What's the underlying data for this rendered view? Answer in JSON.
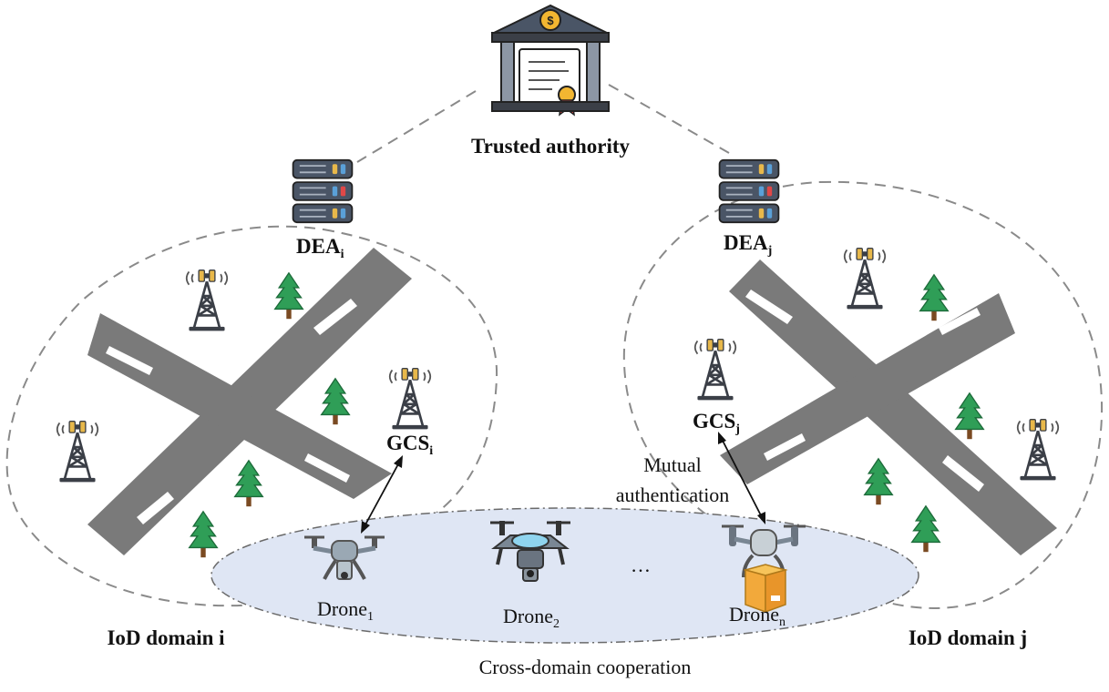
{
  "labels": {
    "trusted_authority": "Trusted authority",
    "dea_i": "DEA",
    "dea_i_sub": "i",
    "dea_j": "DEA",
    "dea_j_sub": "j",
    "gcs_i": "GCS",
    "gcs_i_sub": "i",
    "gcs_j": "GCS",
    "gcs_j_sub": "j",
    "drone_1": "Drone",
    "drone_1_sub": "1",
    "drone_2": "Drone",
    "drone_2_sub": "2",
    "drone_n": "Drone",
    "drone_n_sub": "n",
    "ellipsis": "…",
    "mutual_1": "Mutual",
    "mutual_2": "authentication",
    "domain_i": "IoD domain i",
    "domain_j": "IoD domain j",
    "cross_domain": "Cross-domain cooperation"
  },
  "colors": {
    "road": "#7a7a7a",
    "road_mark": "#ffffff",
    "tree": "#2f9e57",
    "trunk": "#7a4a22",
    "tower": "#3b3f47",
    "signal": "#e8b84a",
    "server": "#4a5566",
    "cross_region": "#dfe6f4",
    "dashed": "#8a8a8a"
  },
  "icons": [
    "bank-icon",
    "server-icon",
    "cell-tower-icon",
    "tree-icon",
    "drone-icon",
    "package-icon"
  ]
}
